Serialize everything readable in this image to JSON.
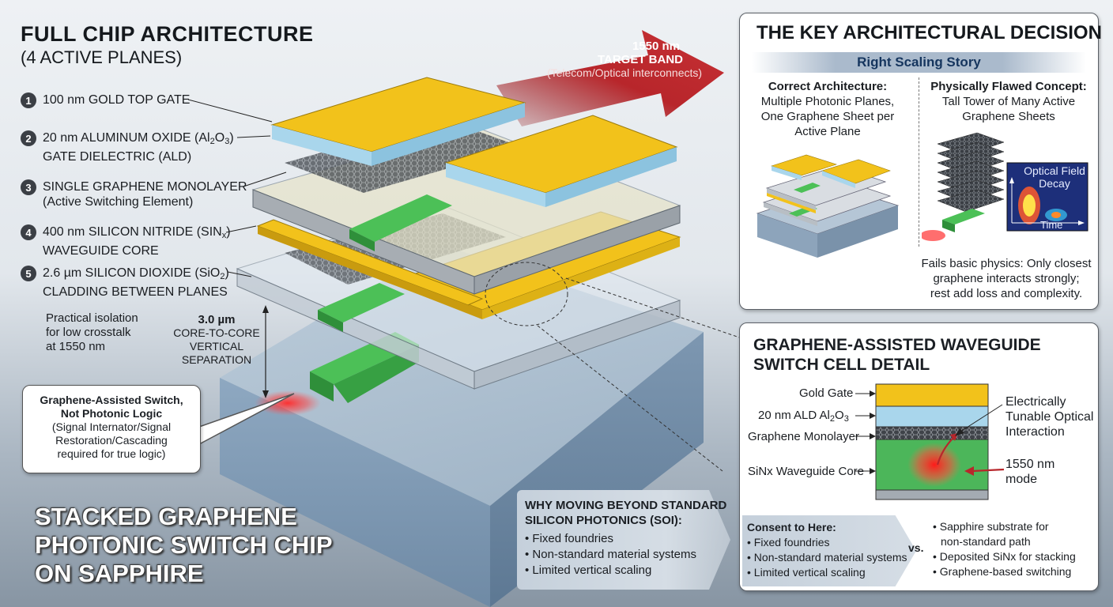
{
  "left": {
    "title": "FULL CHIP ARCHITECTURE",
    "subtitle": "(4 ACTIVE PLANES)",
    "layers": [
      {
        "num": "1",
        "line1": "100 nm GOLD TOP GATE",
        "line2": ""
      },
      {
        "num": "2",
        "line1a": "20 nm ALUMINUM OXIDE (Al",
        "line1sub1": "2",
        "line1b": "O",
        "line1sub2": "3",
        "line1c": ")",
        "line2": "GATE DIELECTRIC (ALD)"
      },
      {
        "num": "3",
        "line1": "SINGLE GRAPHENE MONOLAYER",
        "line2": "(Active Switching Element)"
      },
      {
        "num": "4",
        "line1a": "400 nm SILICON NITRIDE (SIN",
        "line1sub1": "x",
        "line1c": ")",
        "line2": "WAVEGUIDE CORE"
      },
      {
        "num": "5",
        "line1a": "2.6 µm SILICON DIOXIDE (SiO",
        "line1sub1": "2",
        "line1c": ")",
        "line2": "CLADDING BETWEEN PLANES"
      }
    ],
    "isolation_note": [
      "Practical isolation",
      "for low crosstalk",
      "at 1550 nm"
    ],
    "separation": {
      "value": "3.0 µm",
      "lines": [
        "CORE-TO-CORE",
        "VERTICAL",
        "SEPARATION"
      ]
    },
    "callout": {
      "title": [
        "Graphene-Assisted Switch,",
        "Not Photonic Logic"
      ],
      "body": [
        "(Signal Internator/Signal",
        "Restoration/Cascading",
        "required for true logic)"
      ]
    },
    "big_title": [
      "STACKED GRAPHENE",
      "PHOTONIC SWITCH CHIP",
      "ON SAPPHIRE"
    ]
  },
  "arrow": {
    "line1": "1550 nm",
    "line2": "TARGET BAND",
    "line3": "(Telecom/Optical interconnects)"
  },
  "decision": {
    "title": "THE KEY ARCHITECTURAL DECISION",
    "bar": "Right Scaling Story",
    "correct": {
      "head": "Correct Architecture:",
      "lines": [
        "Multiple Photonic Planes,",
        "One Graphene Sheet per",
        "Active Plane"
      ]
    },
    "flawed": {
      "head": "Physically Flawed Concept:",
      "lines": [
        "Tall Tower of Many Active",
        "Graphene Sheets"
      ]
    },
    "inset": {
      "title_lines": [
        "Optical Field",
        "Decay"
      ],
      "axis": "Time"
    },
    "fails": [
      "Fails basic physics: Only closest",
      "graphene interacts strongly;",
      "rest add loss and complexity."
    ]
  },
  "cell": {
    "title": [
      "GRAPHENE-ASSISTED WAVEGUIDE",
      "SWITCH CELL DETAIL"
    ],
    "gold": "Gold Gate",
    "ald_a": "20 nm ALD Al",
    "ald_sub1": "2",
    "ald_b": "O",
    "ald_sub2": "3",
    "graphene": "Graphene Monolayer",
    "core": "SiNx Waveguide Core",
    "tunable": [
      "Electrically",
      "Tunable Optical",
      "Interaction"
    ],
    "mode": [
      "1550 nm",
      "mode"
    ]
  },
  "why": {
    "title": [
      "WHY MOVING BEYOND STANDARD",
      "SILICON PHOTONICS (SOI):"
    ],
    "items": [
      "• Fixed foundries",
      "• Non-standard material systems",
      "• Limited vertical scaling"
    ]
  },
  "consent": {
    "title": "Consent to Here:",
    "items": [
      "• Fixed foundries",
      "• Non-standard material systems",
      "• Limited vertical scaling"
    ],
    "vs": "vs.",
    "right": [
      "• Sapphire substrate for",
      "non-standard path",
      "• Deposited SiNx for stacking",
      "• Graphene-based switching"
    ]
  },
  "colors": {
    "gold": "#f2c21b",
    "alox": "#a9d6ec",
    "sinx": "#3fae49",
    "sapphire": "#8fa9c0",
    "arrow": "#b8262b"
  }
}
